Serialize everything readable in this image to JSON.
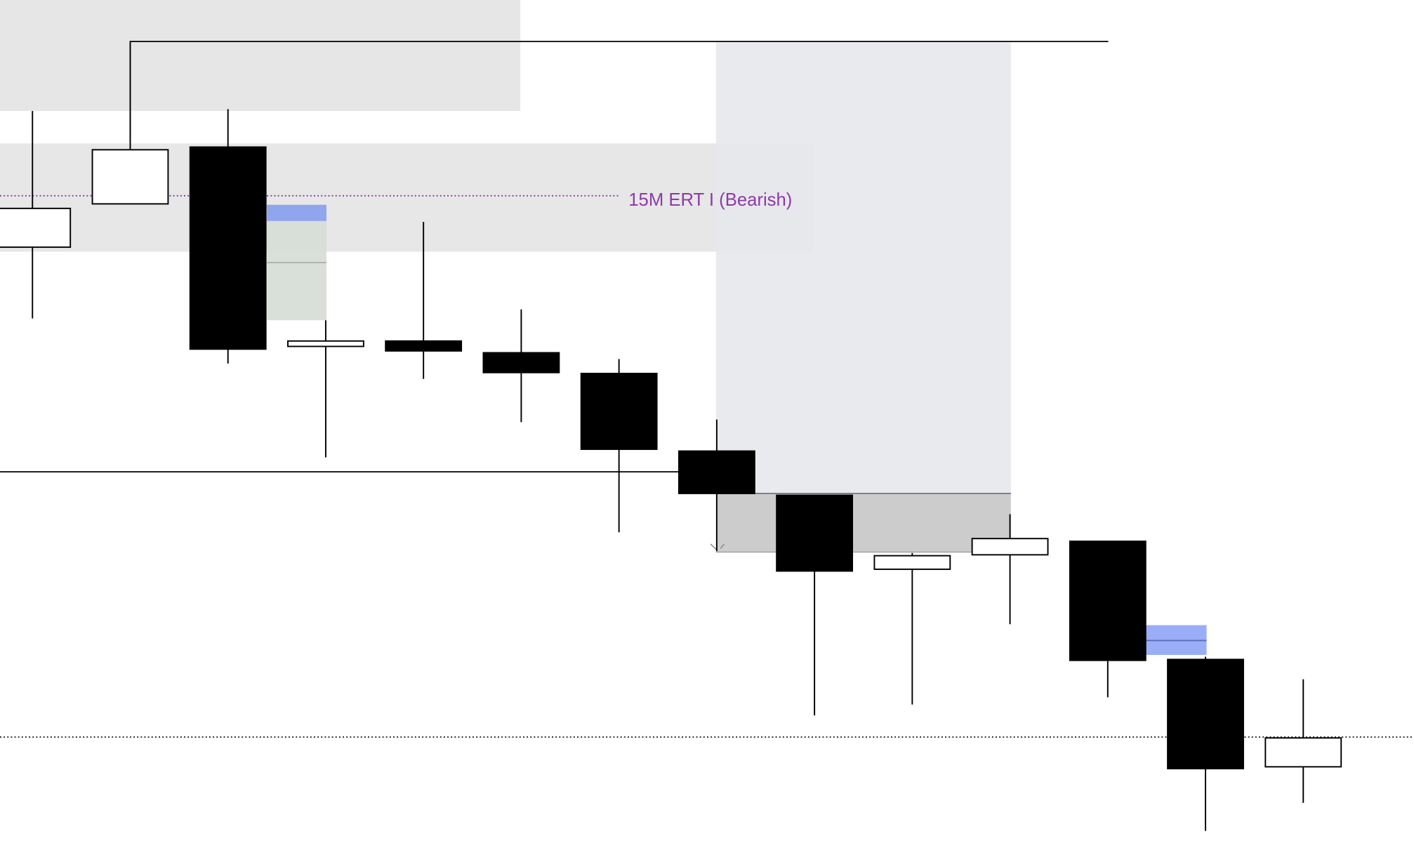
{
  "chart_data": {
    "type": "candlestick",
    "title": "",
    "xlabel": "",
    "ylabel": "",
    "ylim": [
      6,
      100
    ],
    "grid": false,
    "candles": [
      {
        "o": 72.6,
        "h": 87.7,
        "l": 64.7,
        "c": 76.9
      },
      {
        "o": 77.4,
        "h": 95.4,
        "l": 77.4,
        "c": 83.4
      },
      {
        "o": 83.7,
        "h": 87.9,
        "l": 59.7,
        "c": 61.3
      },
      {
        "o": 61.6,
        "h": 64.5,
        "l": 49.3,
        "c": 62.2
      },
      {
        "o": 62.2,
        "h": 75.4,
        "l": 58.0,
        "c": 61.1
      },
      {
        "o": 60.9,
        "h": 65.7,
        "l": 53.2,
        "c": 58.7
      },
      {
        "o": 58.6,
        "h": 60.2,
        "l": 41.0,
        "c": 50.2
      },
      {
        "o": 50.0,
        "h": 53.5,
        "l": 38.9,
        "c": 45.3
      },
      {
        "o": 45.1,
        "h": 45.1,
        "l": 20.7,
        "c": 36.7
      },
      {
        "o": 36.9,
        "h": 38.7,
        "l": 21.9,
        "c": 38.4
      },
      {
        "o": 38.5,
        "h": 43.0,
        "l": 30.8,
        "c": 40.3
      },
      {
        "o": 40.0,
        "h": 40.0,
        "l": 22.7,
        "c": 26.8
      },
      {
        "o": 26.9,
        "h": 27.2,
        "l": 7.9,
        "c": 14.8
      },
      {
        "o": 15.0,
        "h": 24.7,
        "l": 11.0,
        "c": 18.2
      }
    ],
    "levels": {
      "swing_high": 95.4,
      "ert_level": 78.3,
      "support": 47.7,
      "current_price": 18.3
    },
    "zones": {
      "upper_range": [
        87.7,
        100
      ],
      "ert_zone": [
        72.1,
        84.1
      ],
      "premium_box": [
        45.3,
        95.3
      ],
      "discount_box": [
        38.8,
        45.3
      ],
      "fvg_1_gap": [
        75.5,
        77.3
      ],
      "fvg_1_body": [
        64.5,
        75.5
      ],
      "fvg_1_mid": 70.9,
      "fvg_2_gap": [
        27.4,
        30.7
      ],
      "fvg_2_mid": 29.0
    },
    "annotations": {
      "ert_label": "15M ERT I (Bearish)"
    },
    "colors": {
      "bull": "#ffffff",
      "bear": "#000000",
      "ert": "#8e3aa8",
      "fvg_blue": "#8fa5ee",
      "zone_gray": "#e6e6e6",
      "premium": "#e7e8ec",
      "discount": "#cccccc"
    }
  }
}
